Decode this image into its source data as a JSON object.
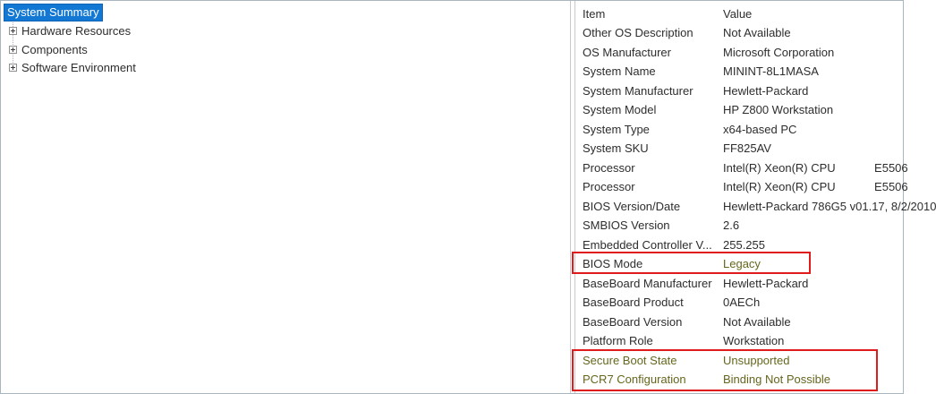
{
  "colors": {
    "selection_blue": "#1278d3",
    "annotation_red": "#e01b1b",
    "highlight_text_olive": "#66661e"
  },
  "tree": {
    "items": [
      {
        "label": "System Summary",
        "selected": true
      },
      {
        "label": "Hardware Resources",
        "selected": false
      },
      {
        "label": "Components",
        "selected": false
      },
      {
        "label": "Software Environment",
        "selected": false
      }
    ]
  },
  "list": {
    "columns": {
      "item": "Item",
      "value": "Value"
    },
    "rows": [
      {
        "item": "Other OS Description",
        "value": "Not Available"
      },
      {
        "item": "OS Manufacturer",
        "value": "Microsoft Corporation"
      },
      {
        "item": "System Name",
        "value": "MININT-8L1MASA"
      },
      {
        "item": "System Manufacturer",
        "value": "Hewlett-Packard"
      },
      {
        "item": "System Model",
        "value": "HP Z800 Workstation"
      },
      {
        "item": "System Type",
        "value": "x64-based PC"
      },
      {
        "item": "System SKU",
        "value": "FF825AV"
      },
      {
        "item": "Processor",
        "value": "Intel(R) Xeon(R) CPU            E5506"
      },
      {
        "item": "Processor",
        "value": "Intel(R) Xeon(R) CPU            E5506"
      },
      {
        "item": "BIOS Version/Date",
        "value": "Hewlett-Packard 786G5 v01.17, 8/2/2010"
      },
      {
        "item": "SMBIOS Version",
        "value": "2.6"
      },
      {
        "item": "Embedded Controller V...",
        "value": "255.255"
      },
      {
        "item": "BIOS Mode",
        "value": "Legacy"
      },
      {
        "item": "BaseBoard Manufacturer",
        "value": "Hewlett-Packard"
      },
      {
        "item": "BaseBoard Product",
        "value": "0AECh"
      },
      {
        "item": "BaseBoard Version",
        "value": "Not Available"
      },
      {
        "item": "Platform Role",
        "value": "Workstation"
      },
      {
        "item": "Secure Boot State",
        "value": "Unsupported"
      },
      {
        "item": "PCR7 Configuration",
        "value": "Binding Not Possible"
      }
    ]
  }
}
